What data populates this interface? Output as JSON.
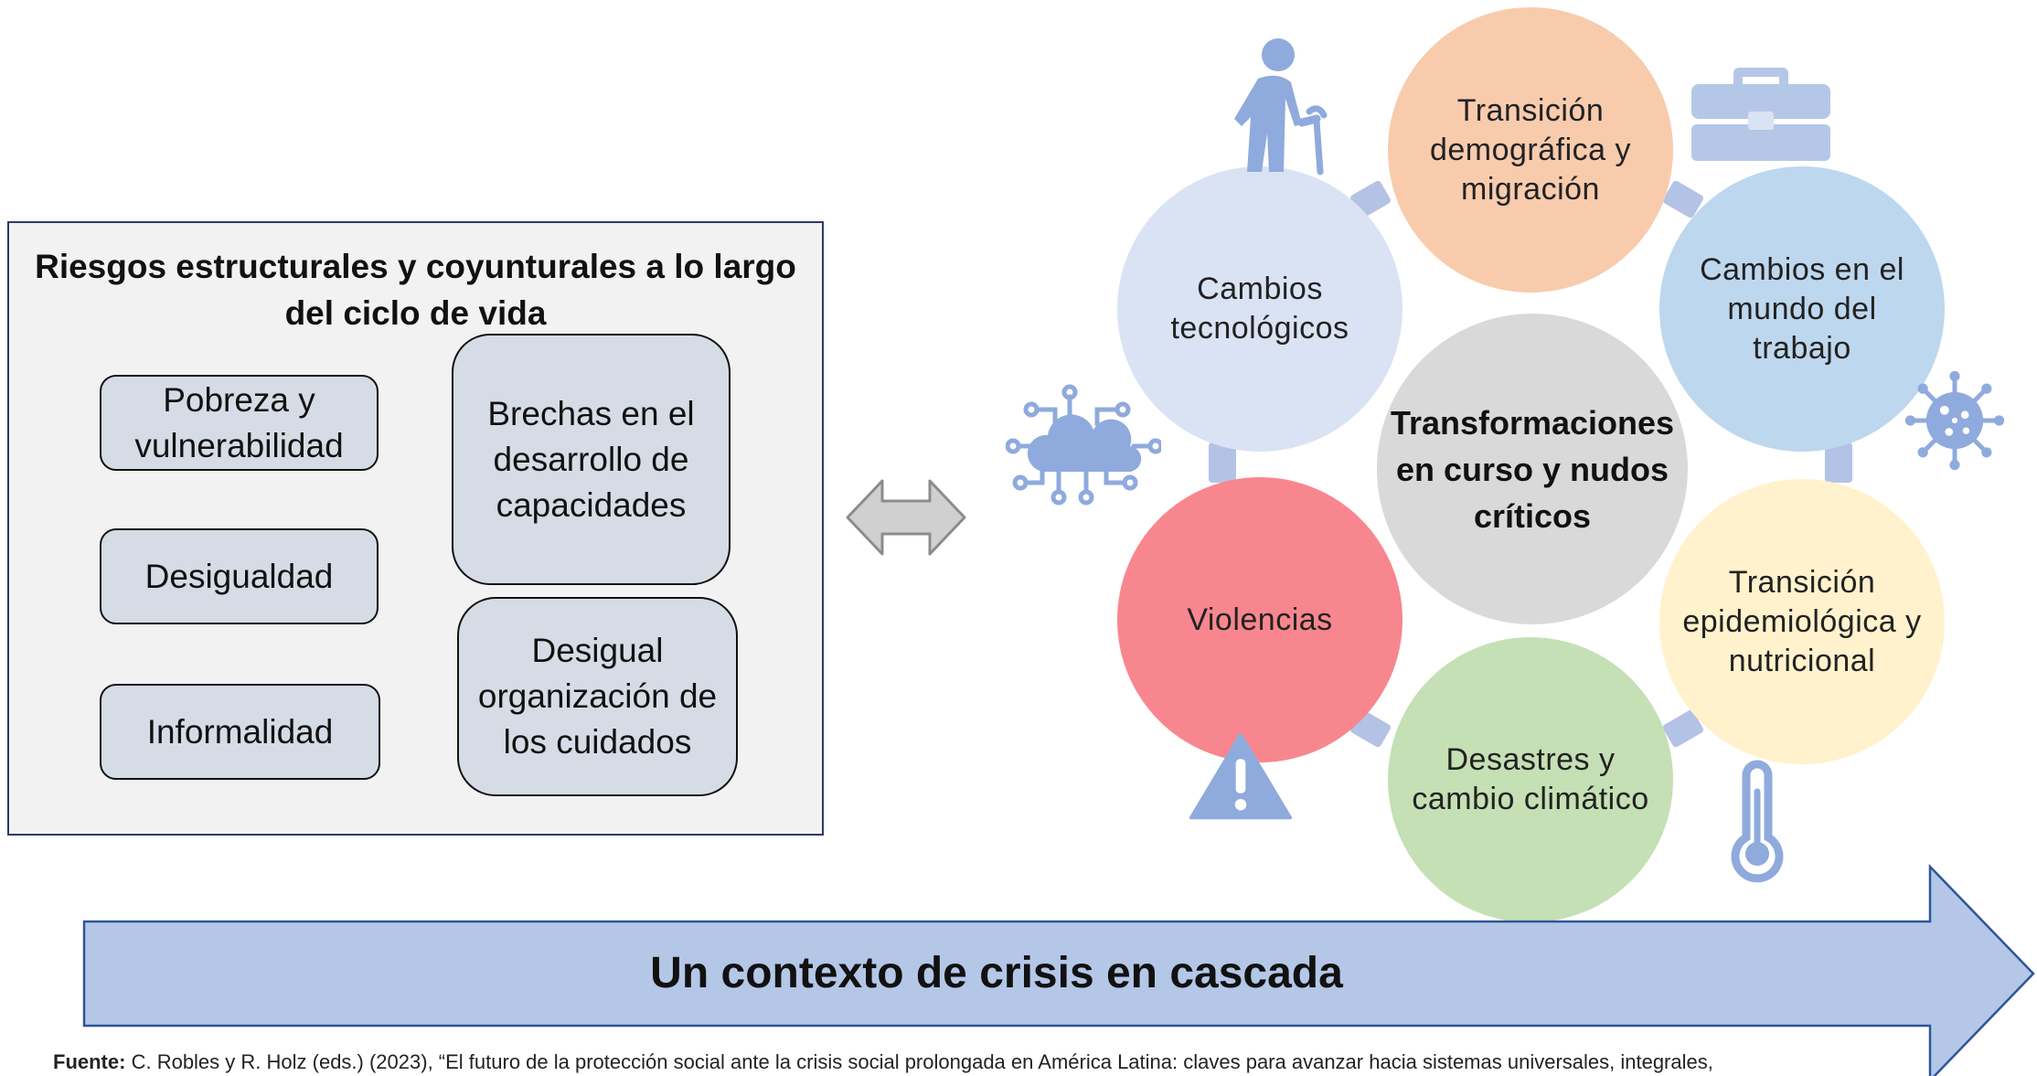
{
  "page": {
    "title": ""
  },
  "left_panel": {
    "title": "Riesgos estructurales y coyunturales a lo largo del ciclo de vida",
    "items": [
      {
        "label": "Pobreza y vulnerabilidad"
      },
      {
        "label": "Desigualdad"
      },
      {
        "label": "Informalidad"
      },
      {
        "label": "Brechas en el desarrollo de capacidades"
      },
      {
        "label": "Desigual organización de los cuidados"
      }
    ]
  },
  "diagram": {
    "center_label": "Transformaciones en curso y nudos críticos",
    "nodes": [
      {
        "label": "Transición demográfica y migración",
        "color": "#f8cbad",
        "icon": "elderly-person-icon"
      },
      {
        "label": "Cambios en el mundo del trabajo",
        "color": "#bdd7ee",
        "icon": "briefcase-icon"
      },
      {
        "label": "Transición epidemiológica y nutricional",
        "color": "#fff2cc",
        "icon": "virus-icon"
      },
      {
        "label": "Desastres y cambio climático",
        "color": "#c5e0b4",
        "icon": "thermometer-icon"
      },
      {
        "label": "Violencias",
        "color": "#f8868e",
        "icon": "warning-icon"
      },
      {
        "label": "Cambios tecnológicos",
        "color": "#dae3f3",
        "icon": "cloud-network-icon"
      }
    ],
    "center_color": "#d9d9d9",
    "icon_color": "#8faadc"
  },
  "bottom_arrow": {
    "label": "Un contexto de crisis en cascada",
    "fill": "#b4c7e7",
    "stroke": "#2f5597"
  },
  "source": {
    "prefix": "Fuente:",
    "text": "C. Robles y R. Holz (eds.) (2023), “El futuro de la protección social ante la crisis social prolongada en América Latina: claves para avanzar hacia sistemas universales, integrales,"
  }
}
